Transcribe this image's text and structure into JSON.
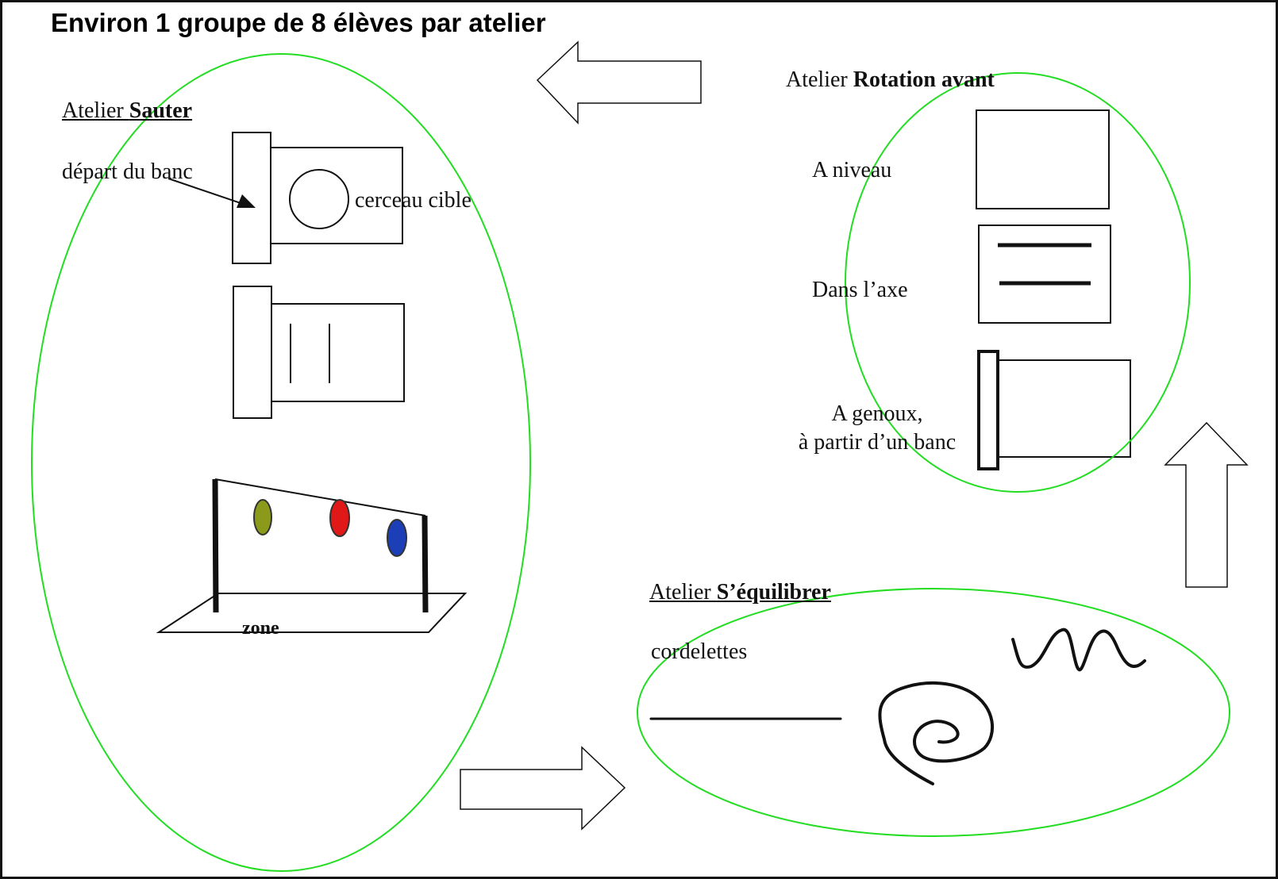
{
  "title": "Environ 1 groupe de 8 élèves par atelier",
  "colors": {
    "ellipse": "#22dd22",
    "ink": "#111111",
    "target_green": "#8b9a1a",
    "target_red": "#e01818",
    "target_blue": "#1c3fb8"
  },
  "atelier_sauter": {
    "prefix": "Atelier ",
    "name": "Sauter",
    "label_depart": "départ du banc",
    "label_cerceau": "cerceau cible",
    "label_zone": "zone"
  },
  "atelier_rotation": {
    "prefix": "Atelier ",
    "name": "Rotation avant",
    "label_niveau": "A niveau",
    "label_axe": "Dans l’axe",
    "label_genoux_line1": "A genoux,",
    "label_genoux_line2": "à partir d’un banc"
  },
  "atelier_equilibrer": {
    "prefix": "Atelier ",
    "name": "S’équilibrer",
    "label_cordelettes": "cordelettes"
  },
  "rotation_direction": [
    "Sauter",
    "S’équilibrer",
    "Rotation avant",
    "Sauter"
  ]
}
